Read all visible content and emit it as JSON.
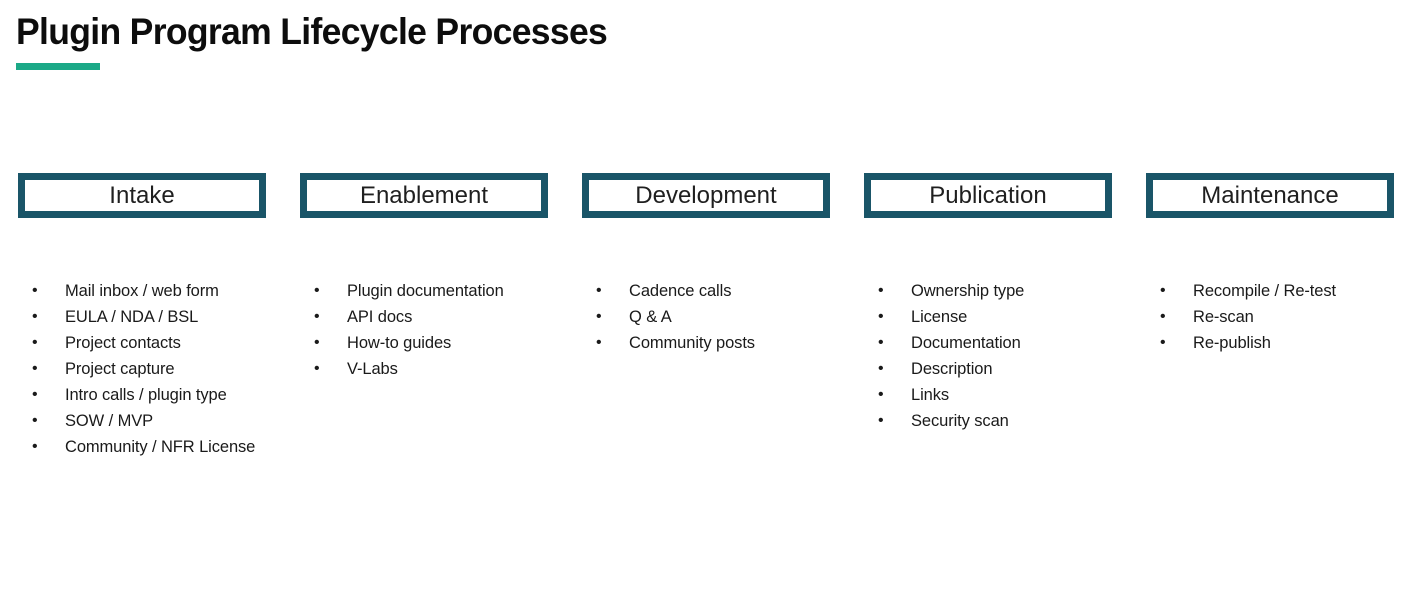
{
  "title": {
    "text": "Plugin Program Lifecycle Processes",
    "accent_color": "#1BA987"
  },
  "theme": {
    "box_border_color": "#1A5568",
    "background_color": "#FFFFFF",
    "text_color": "#1A1A1A"
  },
  "bullet_glyph": "•",
  "columns": [
    {
      "phase": "Intake",
      "items": [
        "Mail inbox / web form",
        "EULA / NDA / BSL",
        "Project contacts",
        "Project capture",
        "Intro calls / plugin type",
        "SOW / MVP",
        "Community / NFR License"
      ]
    },
    {
      "phase": "Enablement",
      "items": [
        "Plugin documentation",
        "API docs",
        "How-to guides",
        "V-Labs"
      ]
    },
    {
      "phase": "Development",
      "items": [
        "Cadence calls",
        "Q & A",
        "Community posts"
      ]
    },
    {
      "phase": "Publication",
      "items": [
        "Ownership type",
        "License",
        "Documentation",
        "Description",
        "Links",
        "Security scan"
      ]
    },
    {
      "phase": "Maintenance",
      "items": [
        "Recompile / Re-test",
        "Re-scan",
        "Re-publish"
      ]
    }
  ]
}
